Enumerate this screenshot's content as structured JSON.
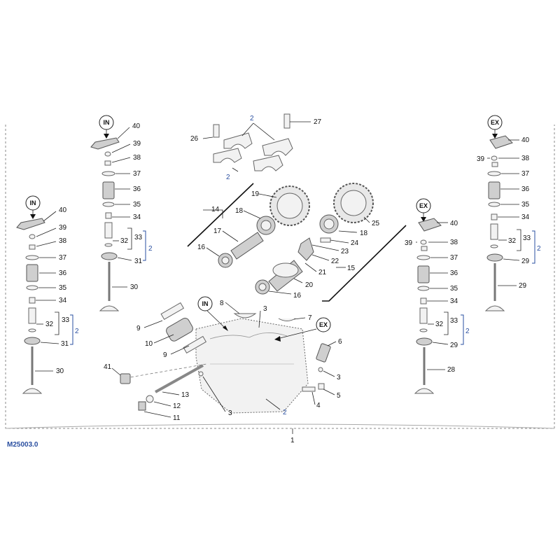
{
  "reference_code": "M25003.0",
  "badges": {
    "in": "IN",
    "ex": "EX"
  },
  "assembly_label": "1",
  "colors": {
    "accent_blue": "#2a4fa0",
    "lines": "#222222",
    "parts": "#f2f2f2"
  },
  "callouts": {
    "c40": "40",
    "c39": "39",
    "c38": "38",
    "c37": "37",
    "c36": "36",
    "c35": "35",
    "c34": "34",
    "c33": "33",
    "c32": "32",
    "c31": "31",
    "c30": "30",
    "c29": "29",
    "c28": "28",
    "c27": "27",
    "c26": "26",
    "c25": "25",
    "c24": "24",
    "c23": "23",
    "c22": "22",
    "c21": "21",
    "c20": "20",
    "c19": "19",
    "c18": "18",
    "c17": "17",
    "c16": "16",
    "c15": "15",
    "c14": "14",
    "c13": "13",
    "c12": "12",
    "c11": "11",
    "c10": "10",
    "c9": "9",
    "c8": "8",
    "c7": "7",
    "c6": "6",
    "c5": "5",
    "c4": "4",
    "c3": "3",
    "c41": "41",
    "c2": "2"
  }
}
